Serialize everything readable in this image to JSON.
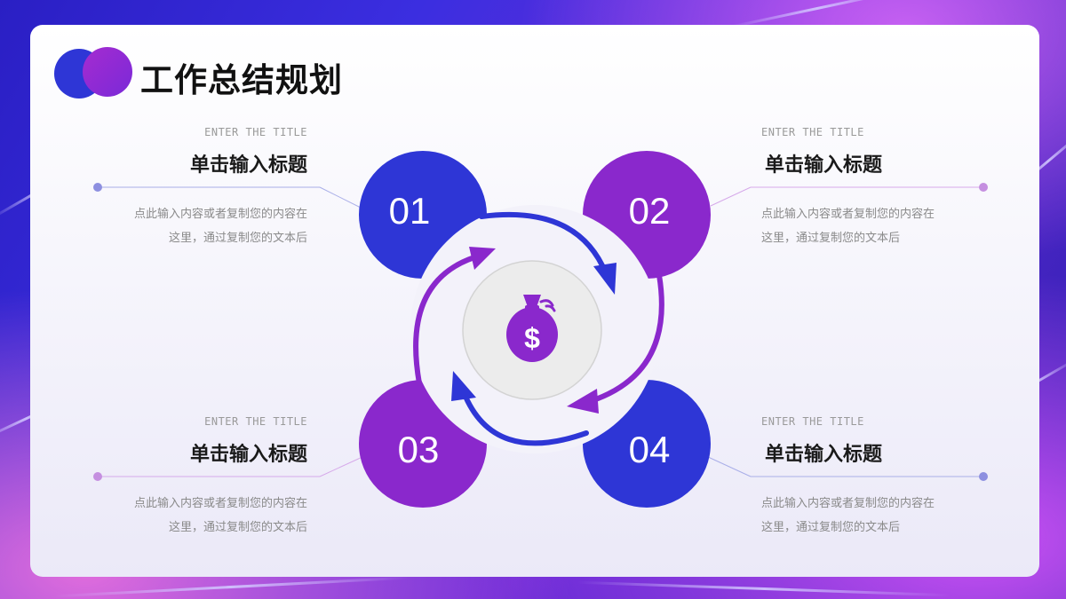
{
  "header": {
    "title": "工作总结规划"
  },
  "items": [
    {
      "number": "01",
      "eng": "ENTER THE TITLE",
      "heading": "单击输入标题",
      "desc_line1": "点此输入内容或者复制您的内容在",
      "desc_line2": "这里，通过复制您的文本后"
    },
    {
      "number": "02",
      "eng": "ENTER THE TITLE",
      "heading": "单击输入标题",
      "desc_line1": "点此输入内容或者复制您的内容在",
      "desc_line2": "这里，通过复制您的文本后"
    },
    {
      "number": "03",
      "eng": "ENTER THE TITLE",
      "heading": "单击输入标题",
      "desc_line1": "点此输入内容或者复制您的内容在",
      "desc_line2": "这里，通过复制您的文本后"
    },
    {
      "number": "04",
      "eng": "ENTER THE TITLE",
      "heading": "单击输入标题",
      "desc_line1": "点此输入内容或者复制您的内容在",
      "desc_line2": "这里，通过复制您的文本后"
    }
  ],
  "center": {
    "icon": "money-bag-icon",
    "symbol": "$"
  },
  "colors": {
    "blue": "#2e36d6",
    "purple": "#8a28cc",
    "accent_purple": "#9a2bd4"
  }
}
